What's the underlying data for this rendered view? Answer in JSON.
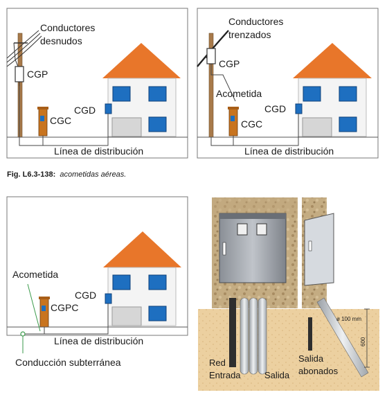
{
  "diagram_a": {
    "conductores": "Conductores",
    "desnudos": "desnudos",
    "cgp": "CGP",
    "cgc": "CGC",
    "cgd": "CGD",
    "linea": "Línea de distribución"
  },
  "diagram_b": {
    "conductores": "Conductores",
    "trenzados": "trenzados",
    "cgp": "CGP",
    "acometida": "Acometida",
    "cgc": "CGC",
    "cgd": "CGD",
    "linea": "Línea de distribución"
  },
  "caption": {
    "ref": "Fig. L6.3-138:",
    "text": "acometidas aéreas."
  },
  "diagram_c": {
    "acometida": "Acometida",
    "cgd": "CGD",
    "cgpc": "CGPC",
    "linea": "Línea de distribución",
    "conduccion": "Conducción subterránea"
  },
  "diagram_d": {
    "diameter": "ø 100 mm",
    "depth": "600",
    "red": "Red",
    "entrada": "Entrada",
    "salida": "Salida",
    "salida_abonados_1": "Salida",
    "salida_abonados_2": "abonados"
  },
  "colors": {
    "roof": "#e8762a",
    "window": "#1e6fc0",
    "wall": "#f4f4f4",
    "pole": "#a87a4a",
    "cgc_box": "#c8741f",
    "earth": "#e8c896",
    "stone": "#b8a27a"
  }
}
